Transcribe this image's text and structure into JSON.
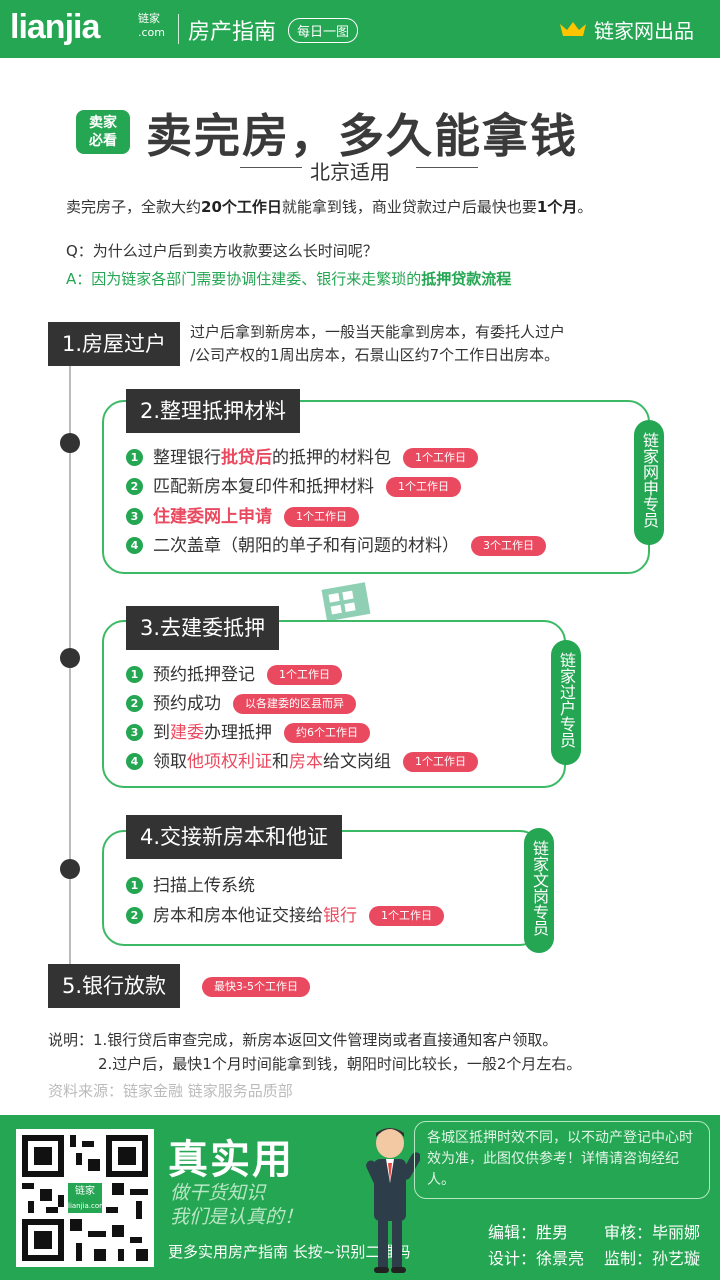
{
  "header": {
    "logo": "lianjia",
    "logo_cn": "链家",
    "logo_domain": ".com",
    "guide": "房产指南",
    "daily": "每日一图",
    "brand": "链家网出品"
  },
  "title": {
    "badge_line1": "卖家",
    "badge_line2": "必看",
    "main": "卖完房，多久能拿钱",
    "sub": "北京适用"
  },
  "intro": {
    "p1": "卖完房子，全款大约",
    "b1": "20个工作日",
    "p2": "就能拿到钱，商业贷款过户后最快也要",
    "b2": "1个月",
    "p3": "。"
  },
  "qa": {
    "q": "Q：为什么过户后到卖方收款要这么长时间呢？",
    "a_prefix": "A：因为链家各部门需要协调住建委、银行来走繁琐的",
    "a_bold": "抵押贷款流程"
  },
  "steps": {
    "s1": {
      "label": "1.房屋过户",
      "desc1": "过户后拿到新房本，一般当天能拿到房本，有委托人过户",
      "desc2": "/公司产权的1周出房本，石景山区约7个工作日出房本。"
    },
    "s2": {
      "label": "2.整理抵押材料",
      "tag": "链家网申专员",
      "i1_a": "整理银行",
      "i1_red": "批贷后",
      "i1_b": "的抵押的材料包",
      "i1_pill": "1个工作日",
      "i2": "匹配新房本复印件和抵押材料",
      "i2_pill": "1个工作日",
      "i3_red": "住建委网上申请",
      "i3_pill": "1个工作日",
      "i4": "二次盖章（朝阳的单子和有问题的材料）",
      "i4_pill": "3个工作日"
    },
    "s3": {
      "label": "3.去建委抵押",
      "tag": "链家过户专员",
      "i1": "预约抵押登记",
      "i1_pill": "1个工作日",
      "i2": "预约成功",
      "i2_pill": "以各建委的区县而异",
      "i3_a": "到",
      "i3_red": "建委",
      "i3_b": "办理抵押",
      "i3_pill": "约6个工作日",
      "i4_a": "领取",
      "i4_red1": "他项权利证",
      "i4_b": "和",
      "i4_red2": "房本",
      "i4_c": "给文岗组",
      "i4_pill": "1个工作日"
    },
    "s4": {
      "label": "4.交接新房本和他证",
      "tag": "链家文岗专员",
      "i1": "扫描上传系统",
      "i2_a": "房本和房本他证交接给",
      "i2_red": "银行",
      "i2_pill": "1个工作日"
    },
    "s5": {
      "label": "5.银行放款",
      "pill": "最快3-5个工作日"
    }
  },
  "notes": {
    "line1": "说明：1.银行贷后审查完成，新房本返回文件管理岗或者直接通知客户领取。",
    "line2": "2.过户后，最快1个月时间能拿到钱，朝阳时间比较长，一般2个月左右。",
    "source": "资料来源：链家金融 链家服务品质部"
  },
  "footer": {
    "qr_logo_cn": "链家",
    "qr_logo_en": "lianjia.com",
    "big": "真实用",
    "hand1": "做干货知识",
    "hand2": "我们是认真的！",
    "more": "更多实用房产指南 长按~识别二维码",
    "disclaimer": "各城区抵押时效不同，以不动产登记中心时效为准，此图仅供参考！详情请咨询经纪人。",
    "editor": "编辑：胜男",
    "reviewer": "审核：毕丽娜",
    "designer": "设计：徐景亮",
    "supervisor": "监制：孙艺璇"
  },
  "colors": {
    "brand_green": "#24a652",
    "accent_red": "#ea4a5f",
    "label_dark": "#333333"
  }
}
